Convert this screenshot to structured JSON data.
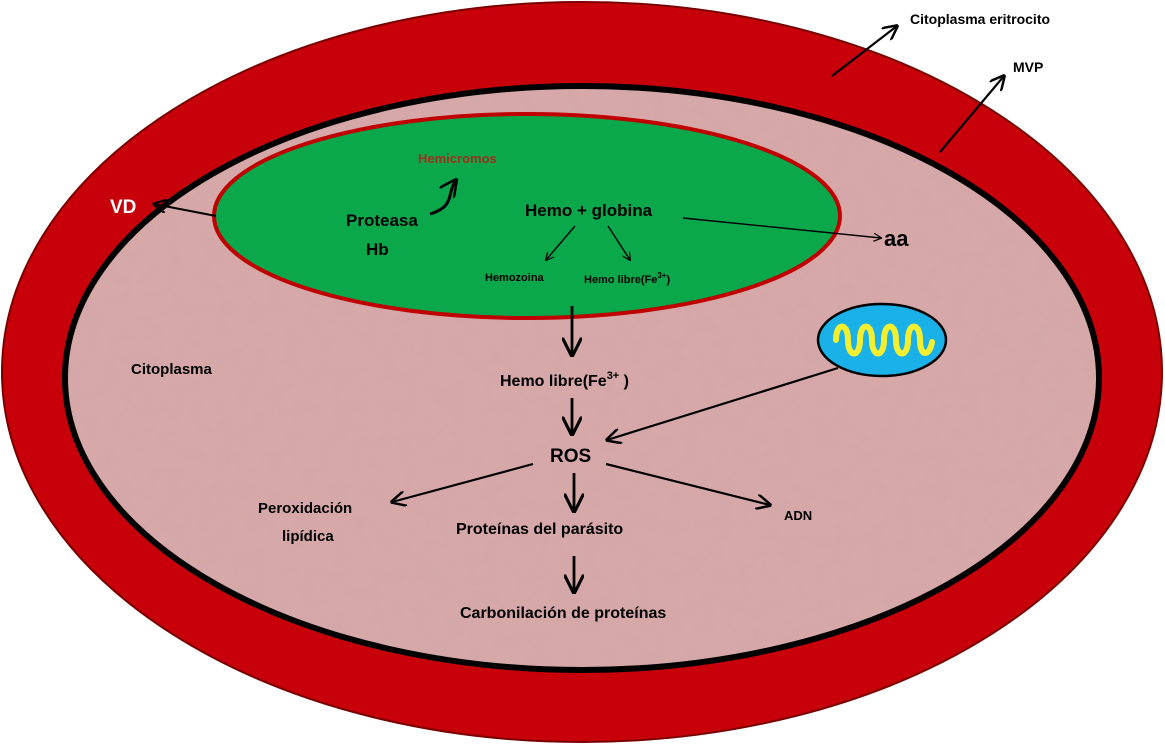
{
  "labels": {
    "erythrocyte_cytoplasm": "Citoplasma eritrocito",
    "mvp": "MVP",
    "vd": "VD",
    "cytoplasm": "Citoplasma",
    "hemichromes": "Hemicromos",
    "protease_line1": "Proteasa",
    "protease_line2": "Hb",
    "heme_globin": "Hemo + globina",
    "amino_acids": "aa",
    "hemozoin": "Hemozoina",
    "free_heme_small_prefix": "Hemo libre(Fe",
    "free_heme_small_sup": "3+",
    "free_heme_small_suffix": ")",
    "free_heme_prefix": "Hemo libre(Fe",
    "free_heme_sup": "3+",
    "free_heme_suffix": " )",
    "ros": "ROS",
    "lipid_line1": "Peroxidación",
    "lipid_line2": "lipídica",
    "parasite_proteins": "Proteínas del parásito",
    "dna": "ADN",
    "protein_carbonylation": "Carbonilación de proteínas"
  },
  "colors": {
    "erythrocyte_red": "#c8000a",
    "membrane_black": "#000000",
    "parasite_cytoplasm_pink": "#d9a9a9",
    "digestive_vacuole_green": "#0aa84a",
    "vacuole_border": "#c00000",
    "hemichromes_text": "#a0301c",
    "mitochondrion_blue": "#1ab0e8",
    "mitochondrion_yellow": "#f2ee30"
  },
  "icons": {
    "mitochondrion": "mitochondrion-icon"
  }
}
